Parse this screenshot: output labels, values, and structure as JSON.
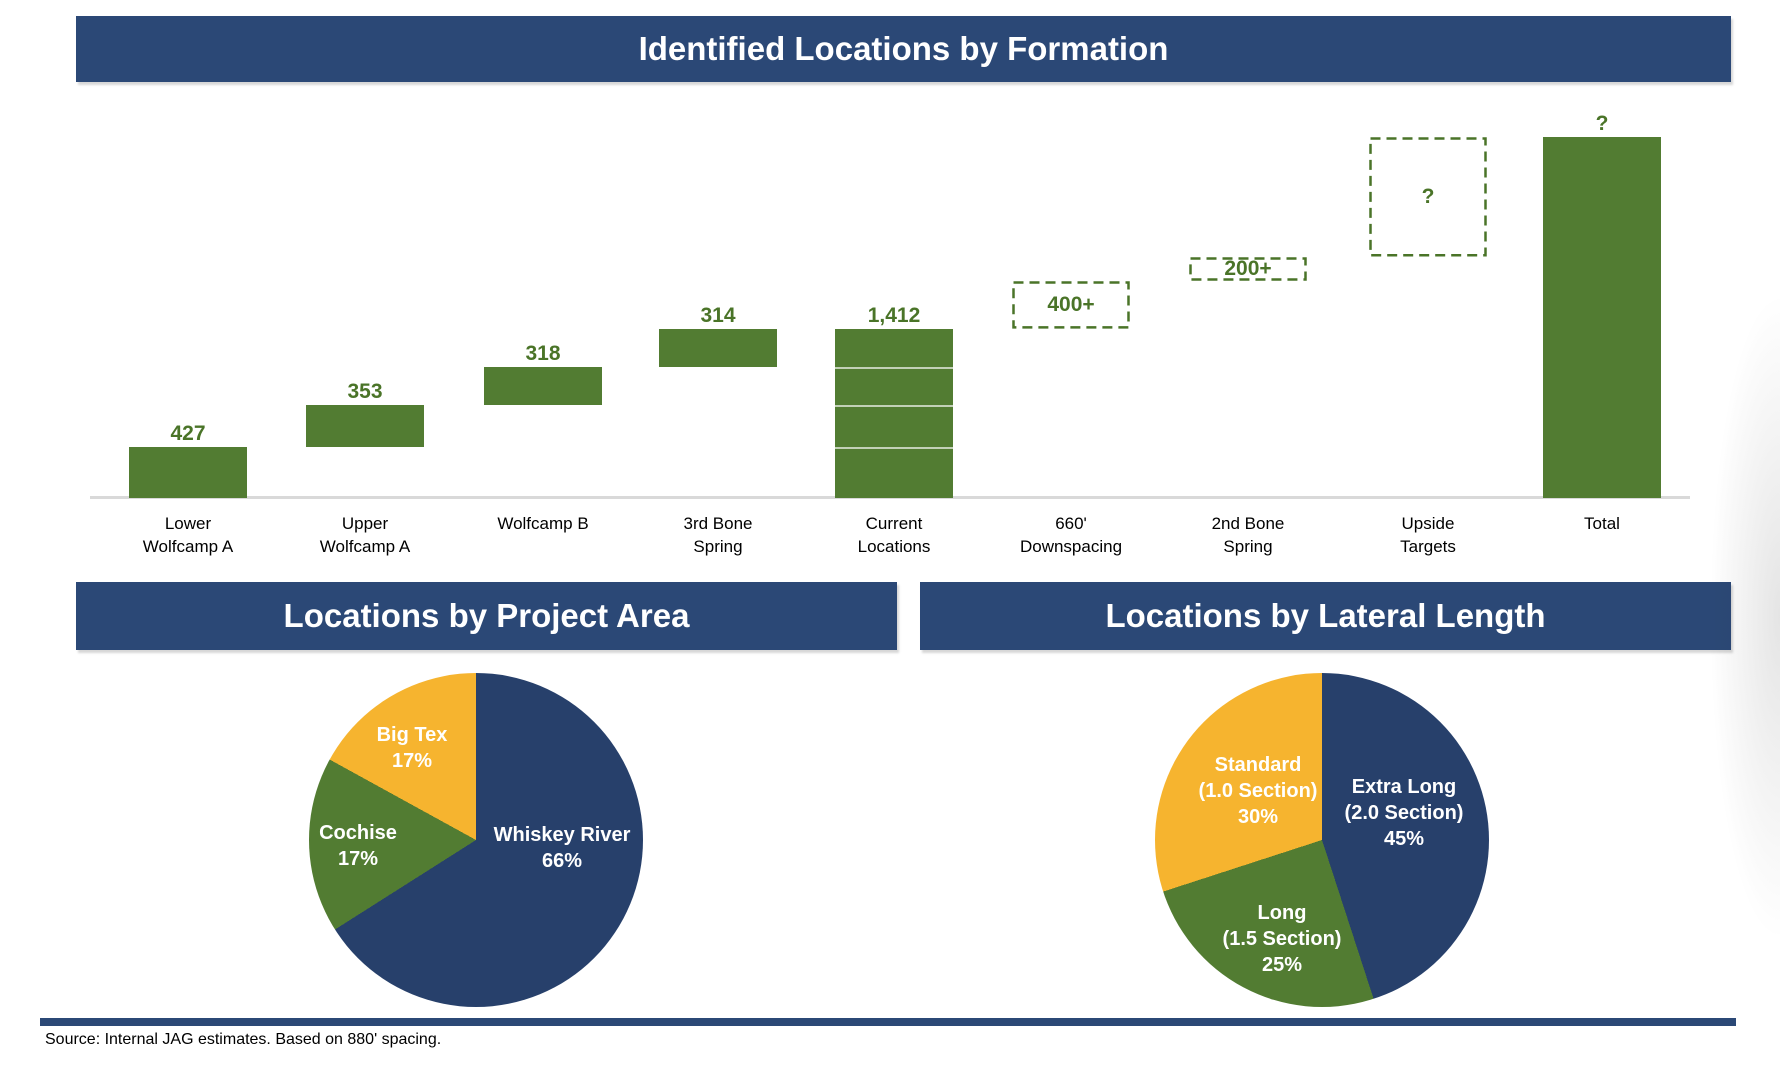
{
  "page": {
    "source_note": "Source: Internal JAG estimates. Based on 880' spacing."
  },
  "colors": {
    "navy_header": "#2B4876",
    "navy_slice": "#27406B",
    "green": "#527C32",
    "green_text": "#4A7428",
    "yellow": "#F6B42F",
    "baseline_gray": "#D9D9D9"
  },
  "chart_data": [
    {
      "type": "bar",
      "subtype": "waterfall",
      "title": "Identified Locations by Formation",
      "grid": false,
      "ylim": [
        0,
        3100
      ],
      "categories": [
        "Lower Wolfcamp A",
        "Upper Wolfcamp A",
        "Wolfcamp B",
        "3rd Bone Spring",
        "Current Locations",
        "660' Downspacing",
        "2nd Bone Spring",
        "Upside Targets",
        "Total"
      ],
      "columns": [
        {
          "label_lines": [
            "Lower",
            "Wolfcamp A"
          ],
          "display_value": "427",
          "value": 427,
          "style": "increment"
        },
        {
          "label_lines": [
            "Upper",
            "Wolfcamp A"
          ],
          "display_value": "353",
          "value": 353,
          "style": "increment"
        },
        {
          "label_lines": [
            "Wolfcamp B"
          ],
          "display_value": "318",
          "value": 318,
          "style": "increment"
        },
        {
          "label_lines": [
            "3rd Bone",
            "Spring"
          ],
          "display_value": "314",
          "value": 314,
          "style": "increment"
        },
        {
          "label_lines": [
            "Current",
            "Locations"
          ],
          "display_value": "1,412",
          "value": 1412,
          "style": "subtotal",
          "segmented": true
        },
        {
          "label_lines": [
            "660'",
            "Downspacing"
          ],
          "display_value": "400+",
          "value": 400,
          "style": "dashed"
        },
        {
          "label_lines": [
            "2nd Bone",
            "Spring"
          ],
          "display_value": "200+",
          "value": 200,
          "style": "dashed"
        },
        {
          "label_lines": [
            "Upside",
            "Targets"
          ],
          "display_value": "?",
          "value": null,
          "style": "dashed"
        },
        {
          "label_lines": [
            "Total"
          ],
          "display_value": "?",
          "value": null,
          "style": "total"
        }
      ]
    },
    {
      "type": "pie",
      "title": "Locations by Project Area",
      "start_angle_deg": 0,
      "direction": "clockwise",
      "labels_inside": true,
      "slices": [
        {
          "name": "Whiskey River",
          "pct": 66,
          "label_lines": [
            "Whiskey River",
            "66%"
          ],
          "color_key": "navy_slice"
        },
        {
          "name": "Cochise",
          "pct": 17,
          "label_lines": [
            "Cochise",
            "17%"
          ],
          "color_key": "green"
        },
        {
          "name": "Big Tex",
          "pct": 17,
          "label_lines": [
            "Big Tex",
            "17%"
          ],
          "color_key": "yellow"
        }
      ]
    },
    {
      "type": "pie",
      "title": "Locations by Lateral Length",
      "start_angle_deg": 0,
      "direction": "clockwise",
      "labels_inside": true,
      "slices": [
        {
          "name": "Extra Long (2.0 Section)",
          "pct": 45,
          "label_lines": [
            "Extra Long",
            "(2.0 Section)",
            "45%"
          ],
          "color_key": "navy_slice"
        },
        {
          "name": "Long (1.5 Section)",
          "pct": 25,
          "label_lines": [
            "Long",
            "(1.5 Section)",
            "25%"
          ],
          "color_key": "green"
        },
        {
          "name": "Standard (1.0 Section)",
          "pct": 30,
          "label_lines": [
            "Standard",
            "(1.0 Section)",
            "30%"
          ],
          "color_key": "yellow"
        }
      ]
    }
  ]
}
